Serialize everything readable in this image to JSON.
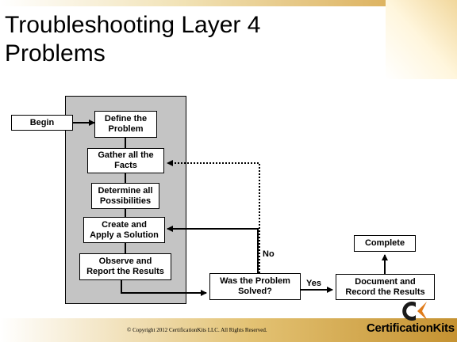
{
  "slide": {
    "title_line1": "Troubleshooting Layer 4",
    "title_line2": "Problems",
    "copyright": "© Copyright 2012 CertificationKits LLC.   All Rights Reserved.",
    "logo_text": "CertificationKits"
  },
  "flowchart": {
    "begin": "Begin",
    "steps": [
      {
        "line1": "Define the",
        "line2": "Problem"
      },
      {
        "line1": "Gather all the",
        "line2": "Facts"
      },
      {
        "line1": "Determine all",
        "line2": "Possibilities"
      },
      {
        "line1": "Create and",
        "line2": "Apply a Solution"
      },
      {
        "line1": "Observe and",
        "line2": "Report the Results"
      }
    ],
    "decision": {
      "line1": "Was the Problem",
      "line2": "Solved?"
    },
    "document": {
      "line1": "Document and",
      "line2": "Record the Results"
    },
    "complete": "Complete",
    "no_label": "No",
    "yes_label": "Yes"
  },
  "colors": {
    "panel_gray": "#c4c4c4",
    "footer_gold": "#c59231",
    "logo_orange": "#e07b1a"
  }
}
